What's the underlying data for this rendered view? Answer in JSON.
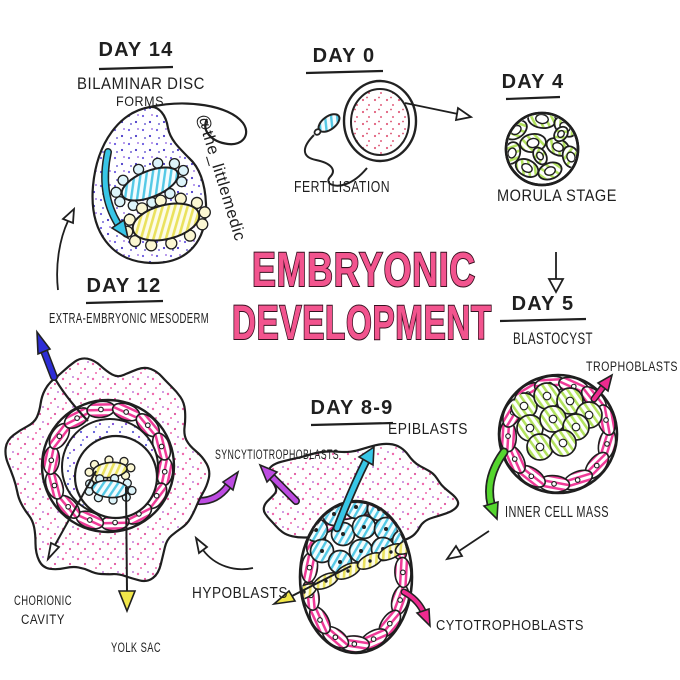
{
  "title": {
    "line1": "EMBRYONIC",
    "line2": "DEVELOPMENT"
  },
  "watermark": "@the_littlemedic",
  "stages": {
    "day0": {
      "heading": "DAY 0",
      "caption": "FERTILISATION"
    },
    "day4": {
      "heading": "DAY 4",
      "caption": "MORULA STAGE"
    },
    "day5": {
      "heading": "DAY 5",
      "caption": "BLASTOCYST",
      "label_trophoblasts": "TROPHOBLASTS",
      "label_inner_cell_mass": "INNER CELL MASS"
    },
    "day8_9": {
      "heading": "DAY 8-9",
      "label_epiblasts": "EPIBLASTS",
      "label_syncytiotrophoblasts": "SYNCYTIOTROPHOBLASTS",
      "label_hypoblasts": "HYPOBLASTS",
      "label_cytotrophoblasts": "CYTOTROPHOBLASTS"
    },
    "day12": {
      "heading": "DAY 12",
      "caption": "EXTRA-EMBRYONIC MESODERM",
      "label_chorionic_line1": "CHORIONIC",
      "label_chorionic_line2": "CAVITY",
      "label_yolk_sac": "YOLK SAC"
    },
    "day14": {
      "heading": "DAY 14",
      "caption_line1": "BILAMINAR DISC",
      "caption_line2": "FORMS"
    }
  },
  "colors": {
    "title_pink": "#f2548e",
    "magenta": "#ee2a8f",
    "cyan": "#38c6e6",
    "green": "#55d62e",
    "yellow": "#f2e74a",
    "blue": "#2d2dd6",
    "purple": "#bd4be2",
    "ink": "#1f1f1f"
  }
}
